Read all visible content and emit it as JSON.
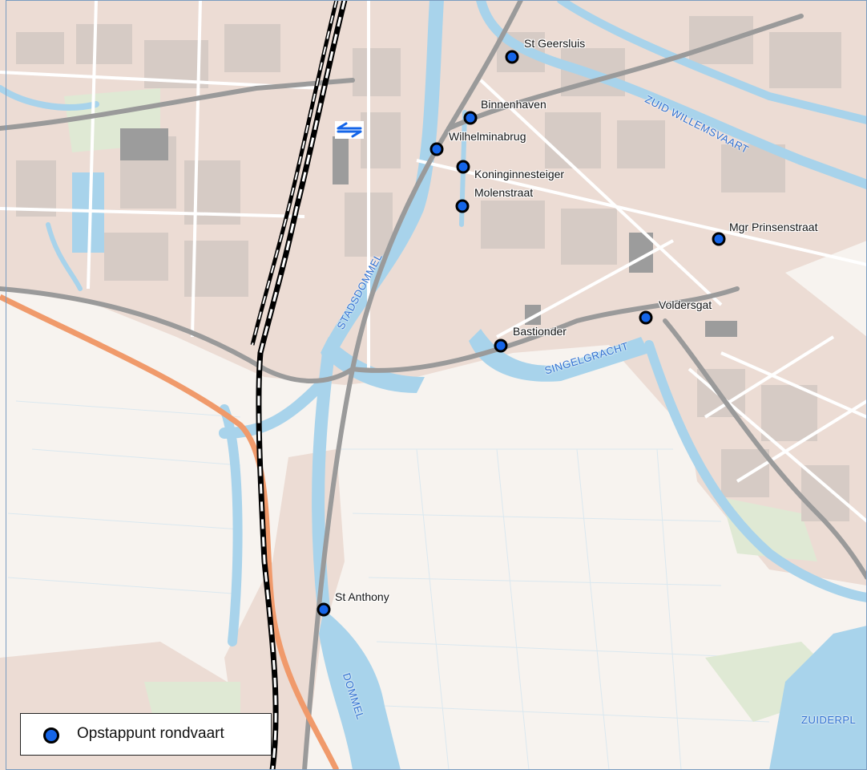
{
  "map": {
    "stops": [
      {
        "label": "St Geersluis"
      },
      {
        "label": "Binnenhaven"
      },
      {
        "label": "Wilhelminabrug"
      },
      {
        "label": "Koninginnesteiger"
      },
      {
        "label": "Molenstraat"
      },
      {
        "label": "Mgr Prinsenstraat"
      },
      {
        "label": "Voldersgat"
      },
      {
        "label": "Bastionder"
      },
      {
        "label": "St Anthony"
      }
    ],
    "water_labels": {
      "zuid_willemsvaart": "ZUID WILLEMSVAART",
      "stadsdommel": "STADSDOMMEL",
      "singelgracht": "SINGELGRACHT",
      "dommel": "DOMMEL",
      "zuiderpl": "ZUIDERPL"
    },
    "icons": {
      "train_station": "train-station-icon"
    },
    "colors": {
      "land": "#f7f3ef",
      "urban": "#ecdcd4",
      "building": "#d2c7c1",
      "water": "#a8d3eb",
      "road": "#9a9a9a",
      "highway": "#f09a6b",
      "stop_fill": "#1565e8",
      "water_label": "#2f6fd0"
    }
  },
  "legend": {
    "label": "Opstappunt rondvaart"
  }
}
